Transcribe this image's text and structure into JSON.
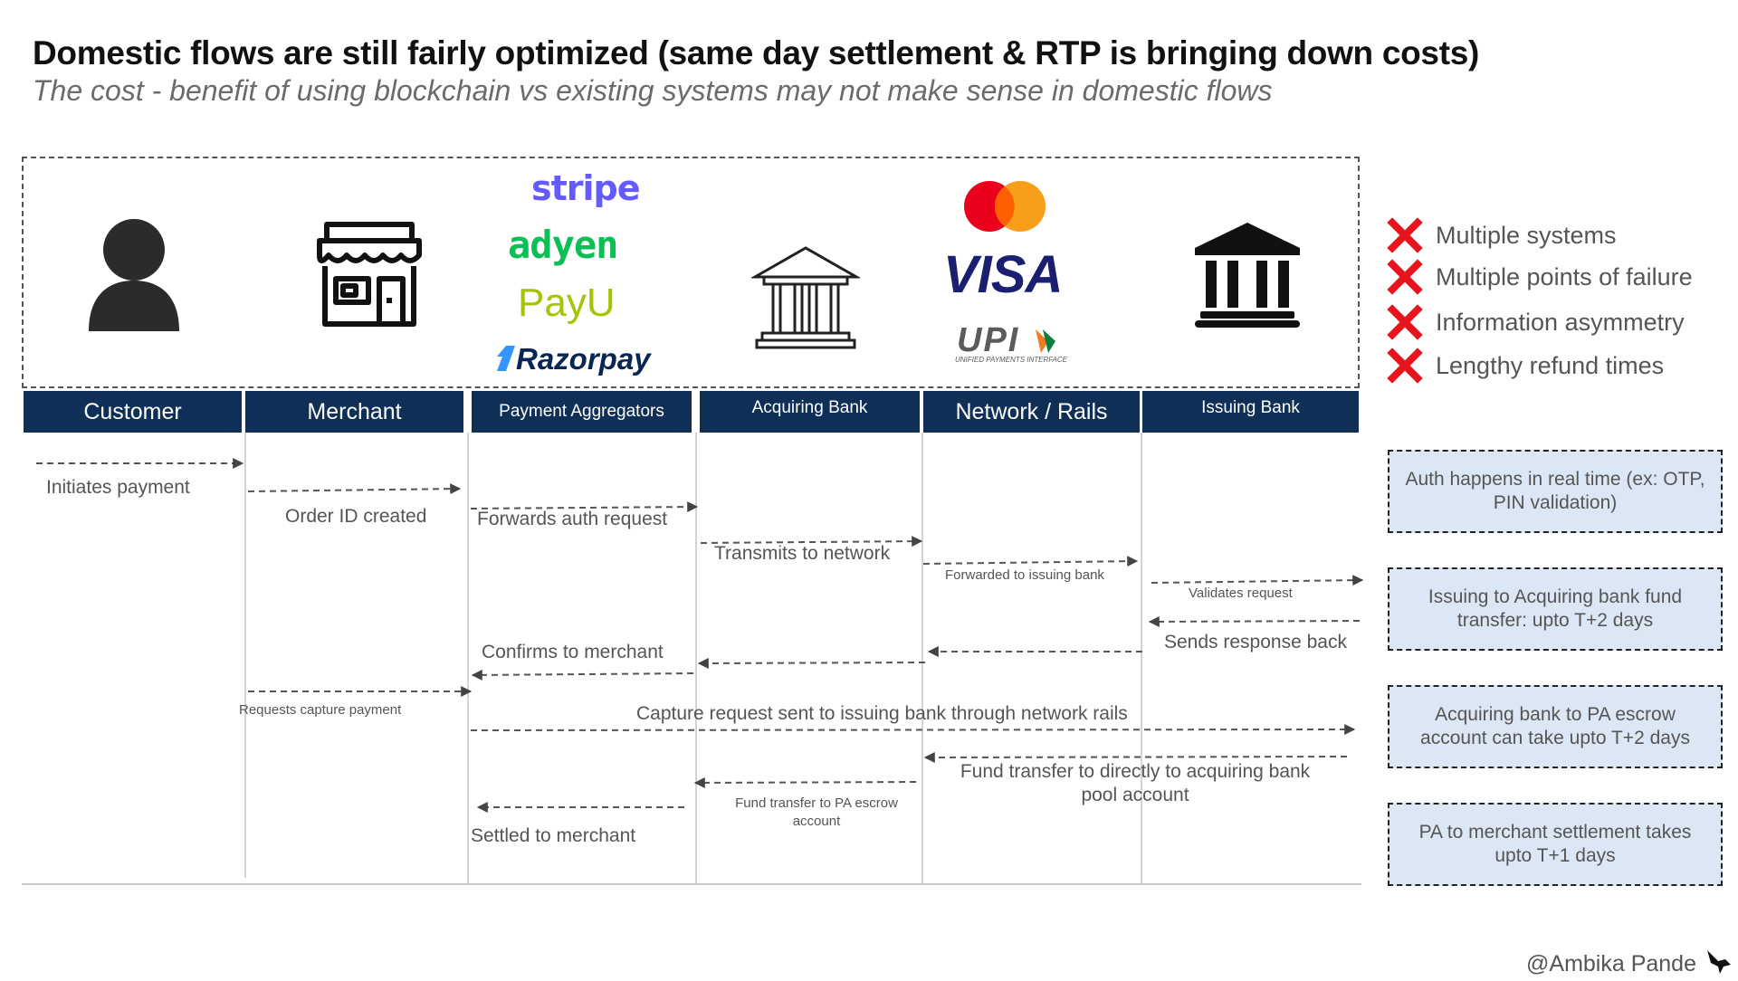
{
  "header": {
    "title": "Domestic flows are still fairly optimized (same day settlement & RTP is bringing down costs)",
    "subtitle": "The cost - benefit of using blockchain vs existing systems may not make sense in domestic flows"
  },
  "logos": {
    "stripe": "stripe",
    "adyen": "adyen",
    "payu": "PayU",
    "razorpay": "Razorpay",
    "visa": "VISA",
    "upi": "UPI",
    "upi_caption": "UNIFIED PAYMENTS INTERFACE"
  },
  "lanes": [
    "Customer",
    "Merchant",
    "Payment Aggregators",
    "Acquiring Bank",
    "Network / Rails",
    "Issuing Bank"
  ],
  "steps": {
    "initiates": "Initiates payment",
    "order": "Order ID created",
    "forwards": "Forwards auth request",
    "transmits": "Transmits to network",
    "forwarded": "Forwarded to issuing bank",
    "validates": "Validates request",
    "sends": "Sends response back",
    "confirms": "Confirms to merchant",
    "requests": "Requests capture payment",
    "capture": "Capture request sent to issuing bank through network rails",
    "fund_transfer_line1": "Fund transfer to directly to acquiring bank",
    "fund_transfer_line2": "pool account",
    "escrow_line1": "Fund transfer to PA escrow",
    "escrow_line2": "account",
    "settled": "Settled to merchant"
  },
  "issues": [
    "Multiple systems",
    "Multiple points of failure",
    "Information asymmetry",
    "Lengthy refund times"
  ],
  "notes": [
    "Auth happens in real time (ex: OTP, PIN validation)",
    "Issuing to Acquiring bank fund transfer: upto T+2 days",
    "Acquiring bank to PA escrow account can take upto T+2 days",
    "PA to merchant settlement takes upto T+1 days"
  ],
  "credit": "@Ambika Pande",
  "colors": {
    "lane_header": "#0f2f57",
    "note_fill": "#dce7f5",
    "issue_x": "#e8131c",
    "stripe": "#635bff",
    "adyen": "#0abf53",
    "payu": "#a6c307",
    "razorpay": "#072654",
    "visa": "#1a1f71",
    "mc_red": "#eb001b",
    "mc_yellow": "#f79e1b"
  }
}
